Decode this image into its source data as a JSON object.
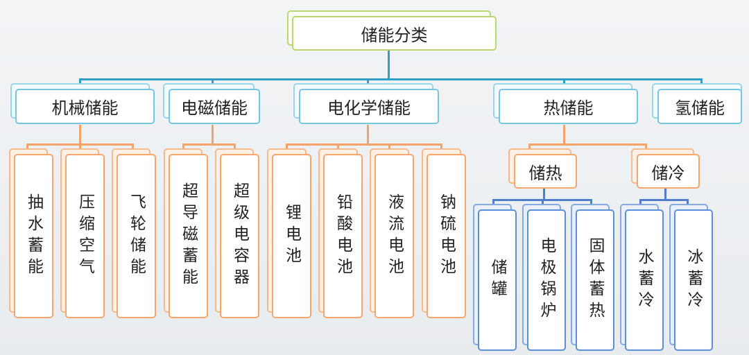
{
  "root": {
    "label": "储能分类"
  },
  "categories": {
    "mechanical": {
      "label": "机械储能"
    },
    "electromagnetic": {
      "label": "电磁储能"
    },
    "electrochemical": {
      "label": "电化学储能"
    },
    "thermal": {
      "label": "热储能"
    },
    "hydrogen": {
      "label": "氢储能"
    }
  },
  "mechanical_items": [
    {
      "label": "抽水蓄能"
    },
    {
      "label": "压缩空气"
    },
    {
      "label": "飞轮储能"
    }
  ],
  "electromagnetic_items": [
    {
      "label": "超导磁蓄能"
    },
    {
      "label": "超级电容器"
    }
  ],
  "electrochemical_items": [
    {
      "label": "锂电池"
    },
    {
      "label": "铅酸电池"
    },
    {
      "label": "液流电池"
    },
    {
      "label": "钠硫电池"
    }
  ],
  "thermal_subcategories": {
    "heat_storage": {
      "label": "储热"
    },
    "cold_storage": {
      "label": "储冷"
    }
  },
  "heat_storage_items": [
    {
      "label": "储罐"
    },
    {
      "label": "电极锅炉"
    },
    {
      "label": "固体蓄热"
    }
  ],
  "cold_storage_items": [
    {
      "label": "水蓄冷"
    },
    {
      "label": "冰蓄冷"
    }
  ],
  "colors": {
    "connector_primary": "#2f9fc3",
    "connector_secondary": "#f4a469",
    "connector_tertiary": "#4f7fcc",
    "root_border": "#b9d86f",
    "category_border": "#73c7e2",
    "item_border": "#f5a66d",
    "thermal_item_border": "#5d8fd6"
  }
}
